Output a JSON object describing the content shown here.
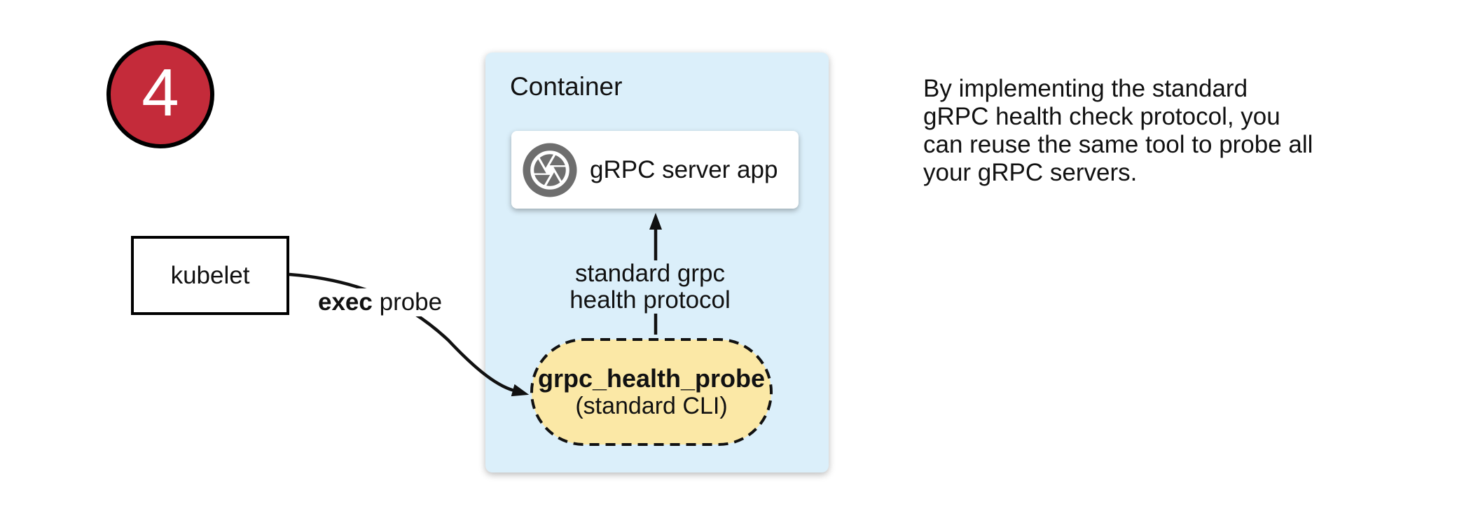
{
  "diagram": {
    "step_badge": {
      "number": "4",
      "fill": "#C42B3A"
    },
    "kubelet_box": {
      "label": "kubelet"
    },
    "exec_probe_label": {
      "bold": "exec",
      "regular": " probe"
    },
    "container": {
      "label": "Container",
      "fill": "#DBEFFA"
    },
    "server_box": {
      "label": "gRPC server app",
      "icon": "aperture-icon",
      "icon_color": "#6E6E6E"
    },
    "arrow_label": {
      "line1": "standard grpc",
      "line2": "health protocol"
    },
    "probe_pill": {
      "title": "grpc_health_probe",
      "subtitle": "(standard CLI)",
      "fill": "#FBE8A6"
    },
    "note": {
      "lines": [
        "By implementing the standard",
        "gRPC health check protocol, you",
        "can reuse the same tool to probe all",
        "your gRPC servers."
      ]
    }
  }
}
